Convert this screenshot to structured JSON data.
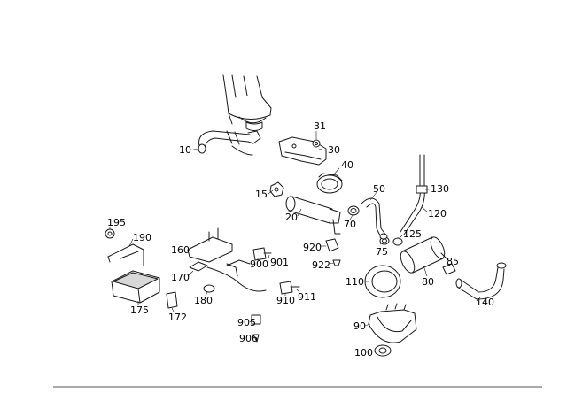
{
  "diagram": {
    "callouts": [
      {
        "key": "p10",
        "text": "10"
      },
      {
        "key": "p15",
        "text": "15"
      },
      {
        "key": "p20",
        "text": "20"
      },
      {
        "key": "p30",
        "text": "30"
      },
      {
        "key": "p31",
        "text": "31"
      },
      {
        "key": "p40",
        "text": "40"
      },
      {
        "key": "p50",
        "text": "50"
      },
      {
        "key": "p70",
        "text": "70"
      },
      {
        "key": "p75",
        "text": "75"
      },
      {
        "key": "p80",
        "text": "80"
      },
      {
        "key": "p85",
        "text": "85"
      },
      {
        "key": "p90",
        "text": "90"
      },
      {
        "key": "p100",
        "text": "100"
      },
      {
        "key": "p110",
        "text": "110"
      },
      {
        "key": "p120",
        "text": "120"
      },
      {
        "key": "p125",
        "text": "125"
      },
      {
        "key": "p130",
        "text": "130"
      },
      {
        "key": "p140",
        "text": "140"
      },
      {
        "key": "p160",
        "text": "160"
      },
      {
        "key": "p170",
        "text": "170"
      },
      {
        "key": "p172",
        "text": "172"
      },
      {
        "key": "p175",
        "text": "175"
      },
      {
        "key": "p180",
        "text": "180"
      },
      {
        "key": "p190",
        "text": "190"
      },
      {
        "key": "p195",
        "text": "195"
      },
      {
        "key": "p900",
        "text": "900"
      },
      {
        "key": "p901",
        "text": "901"
      },
      {
        "key": "p905",
        "text": "905"
      },
      {
        "key": "p906",
        "text": "906"
      },
      {
        "key": "p910",
        "text": "910"
      },
      {
        "key": "p911",
        "text": "911"
      },
      {
        "key": "p920",
        "text": "920"
      },
      {
        "key": "p922",
        "text": "922"
      }
    ]
  }
}
